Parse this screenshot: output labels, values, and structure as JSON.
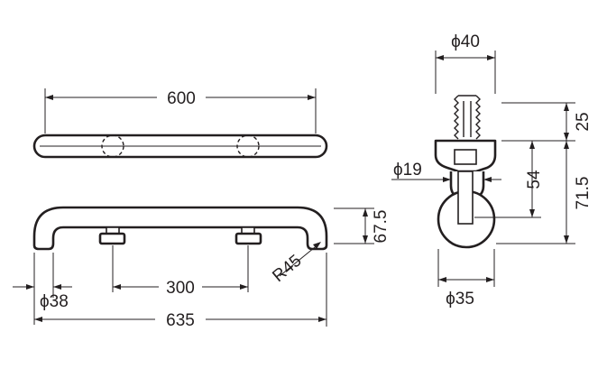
{
  "drawing": {
    "dimensions": {
      "top_length": "600",
      "total_length": "635",
      "post_spacing": "300",
      "bar_diameter": "ϕ38",
      "height": "67.5",
      "bend_radius": "R45",
      "flange_diameter": "ϕ40",
      "thread_length": "25",
      "neck_diameter": "ϕ19",
      "standoff": "54",
      "overall_depth": "71.5",
      "tube_diameter": "ϕ35"
    }
  }
}
